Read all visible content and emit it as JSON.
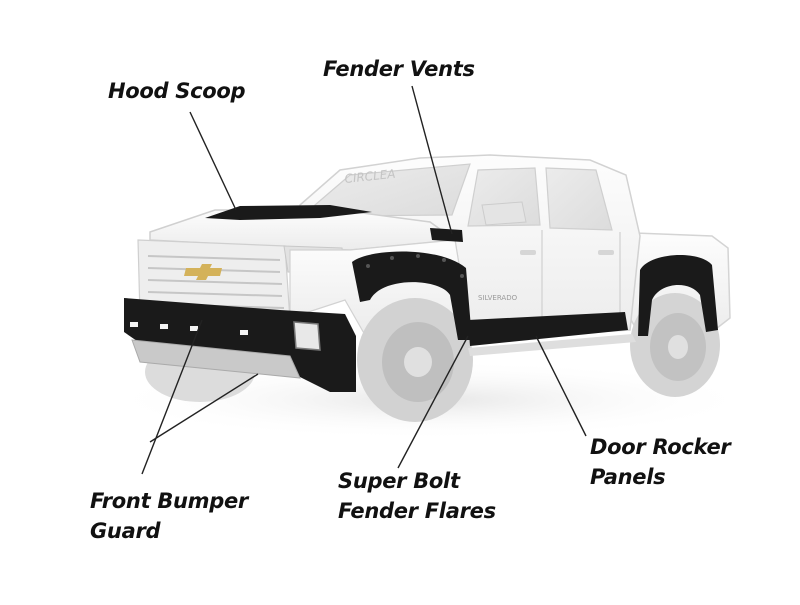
{
  "diagram": {
    "labels": {
      "hood_scoop": "Hood Scoop",
      "fender_vents": "Fender Vents",
      "front_bumper_guard": [
        "Front Bumper",
        "Guard"
      ],
      "super_bolt_fender_flares": [
        "Super Bolt",
        "Fender Flares"
      ],
      "door_rocker_panels": [
        "Door Rocker",
        "Panels"
      ]
    },
    "vehicle": {
      "windshield_decal": "CIRCLEA",
      "door_badge": "SILVERADO"
    },
    "colors": {
      "truck_body": "#f7f7f7",
      "body_outline": "#d8d8d8",
      "accessories": "#1a1a1a",
      "leader_lines": "#222222",
      "label_text": "#111111"
    }
  }
}
